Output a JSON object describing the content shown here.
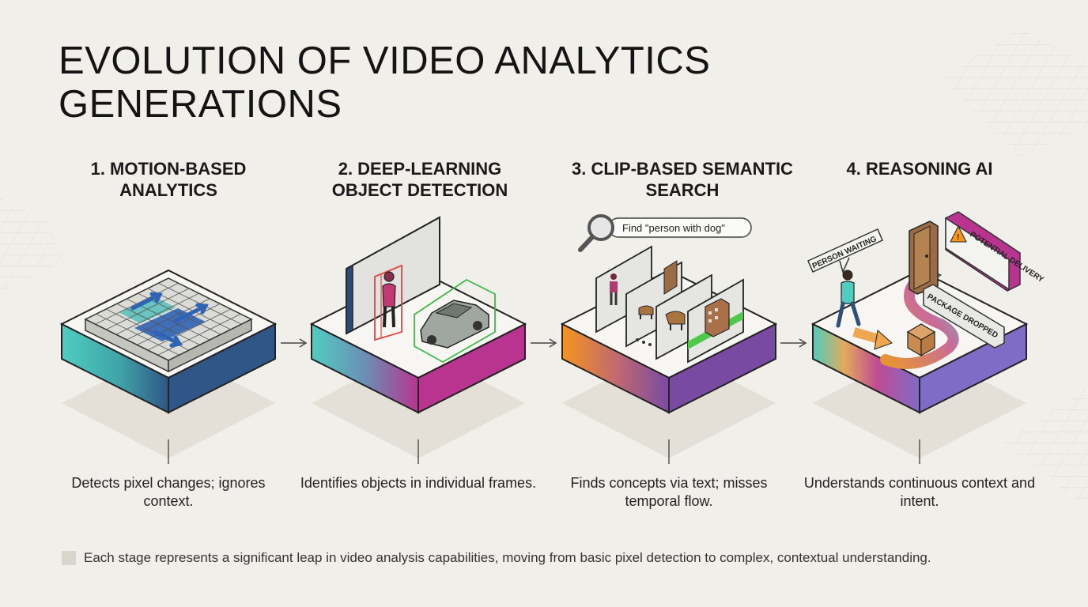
{
  "title": "EVOLUTION OF VIDEO ANALYTICS GENERATIONS",
  "stages": [
    {
      "heading": "1. MOTION-BASED ANALYTICS",
      "caption": "Detects pixel changes; ignores context."
    },
    {
      "heading": "2. DEEP-LEARNING OBJECT DETECTION",
      "caption": "Identifies objects in individual frames."
    },
    {
      "heading": "3. CLIP-BASED SEMANTIC SEARCH",
      "caption": "Finds concepts via text; misses temporal flow."
    },
    {
      "heading": "4. REASONING AI",
      "caption": "Understands continuous context and intent."
    }
  ],
  "search_query": "Find \"person with dog\"",
  "callouts": {
    "person_waiting": "PERSON WAITING",
    "potential_delivery": "POTENTIAL DELIVERY",
    "package_dropped": "PACKAGE DROPPED"
  },
  "footer": "Each stage represents a significant leap in video analysis capabilities, moving from basic pixel detection to complex, contextual understanding.",
  "colors": {
    "teal": "#4fcdc0",
    "navy": "#2f5686",
    "magenta": "#b8348f",
    "orange": "#f5941f",
    "purple": "#7a4aa3",
    "background": "#f1efea"
  },
  "icons": [
    "magnifier-icon",
    "warning-icon",
    "door-icon",
    "package-icon",
    "building-icon",
    "dog-icon",
    "car-icon",
    "person-icon"
  ]
}
